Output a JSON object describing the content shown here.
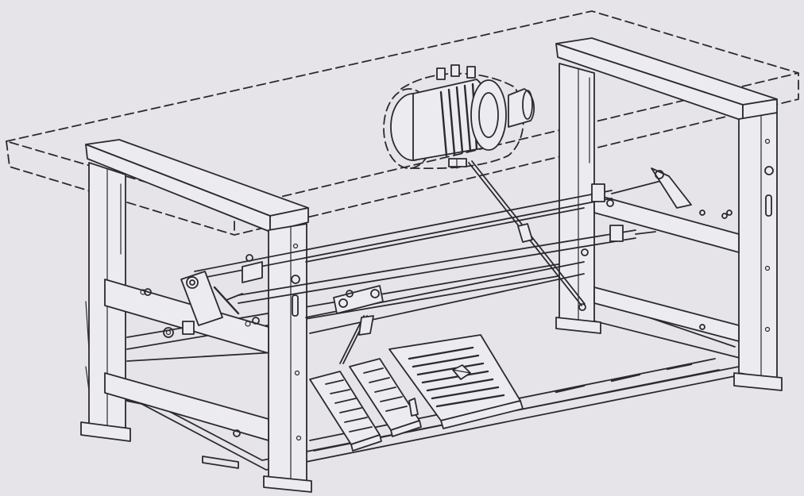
{
  "figure": {
    "colors": {
      "paper": "#e6e4e9",
      "ink": "#2b2a2e",
      "panel": "#ecebef"
    },
    "parts": [
      "table-top-outline",
      "left-leg-frame",
      "right-leg-frame",
      "clutch-motor",
      "drive-rod-upper",
      "drive-rod-lower",
      "link-rod",
      "knee-lifter-pedal",
      "treadle-pedal",
      "main-pedal",
      "base-rail",
      "foot-pads"
    ]
  }
}
